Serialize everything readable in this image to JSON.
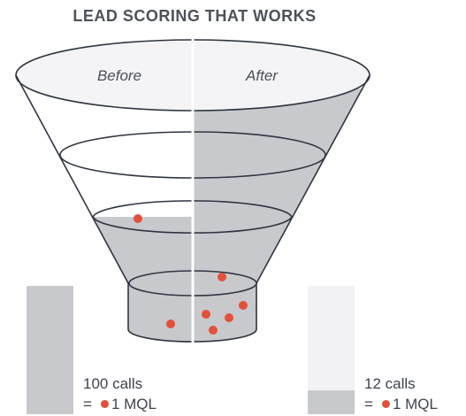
{
  "title": "LEAD SCORING THAT WORKS",
  "labels": {
    "before": "Before",
    "after": "After"
  },
  "left_bar": {
    "calls": "100 calls",
    "equals": "=",
    "unit": "1 MQL"
  },
  "right_bar": {
    "calls": "12 calls",
    "equals": "=",
    "unit": "1 MQL"
  },
  "colors": {
    "gray": "#c8c9cc",
    "light_gray": "#f2f2f4",
    "dot": "#e2503b",
    "stroke": "#2f3540"
  }
}
